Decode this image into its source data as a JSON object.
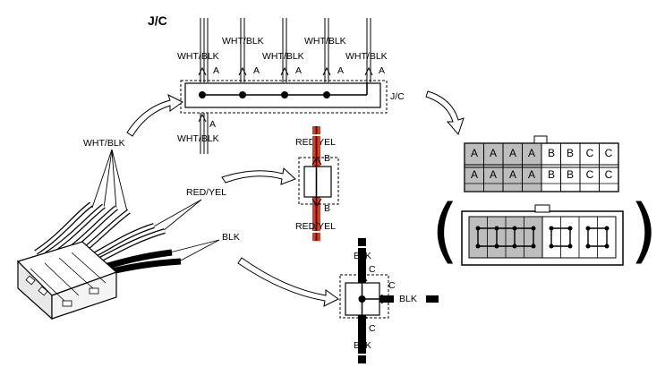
{
  "labels": {
    "jc_title": "J/C",
    "jc_box": "J/C",
    "wht_blk": "WHT/BLK",
    "red_yel": "RED/YEL",
    "blk": "BLK",
    "a": "A",
    "b": "B",
    "c": "C",
    "paren_open": "(",
    "paren_close": ")"
  },
  "connector_face": {
    "top_row": [
      "A",
      "A",
      "A",
      "A",
      "B",
      "B",
      "C",
      "C"
    ],
    "bottom_row": [
      "A",
      "A",
      "A",
      "A",
      "B",
      "B",
      "C",
      "C"
    ]
  },
  "colors": {
    "shaded": "#bdbdbd",
    "red_wire": "#e03a1e",
    "line": "#000000"
  }
}
